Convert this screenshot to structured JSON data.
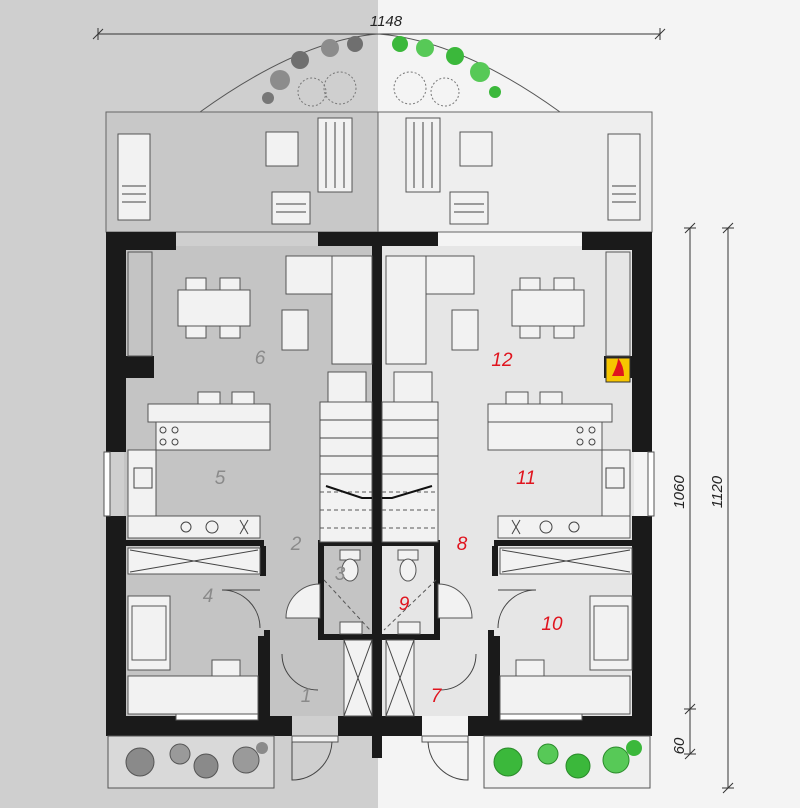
{
  "dimensions": {
    "width_top": "1148",
    "height_inner": "1060",
    "height_outer": "1120",
    "small_bottom": "60"
  },
  "rooms_left": [
    "1",
    "2",
    "3",
    "4",
    "5",
    "6"
  ],
  "rooms_right": [
    "7",
    "8",
    "9",
    "10",
    "11",
    "12"
  ],
  "colors": {
    "left_background": "#cfcfcf",
    "left_interior": "#c4c4c4",
    "right_background": "#f4f4f4",
    "right_interior": "#e6e6e6",
    "wall": "#1a1a1a",
    "room_number_left": "#8a8a8a",
    "room_number_right": "#e0141e",
    "plants_right": "#3bb83b",
    "fireplace_icon": "#f7c600"
  },
  "icons": [
    "fireplace-icon",
    "plant-icon",
    "tree-icon",
    "stove-icon",
    "sink-icon",
    "toilet-icon"
  ]
}
